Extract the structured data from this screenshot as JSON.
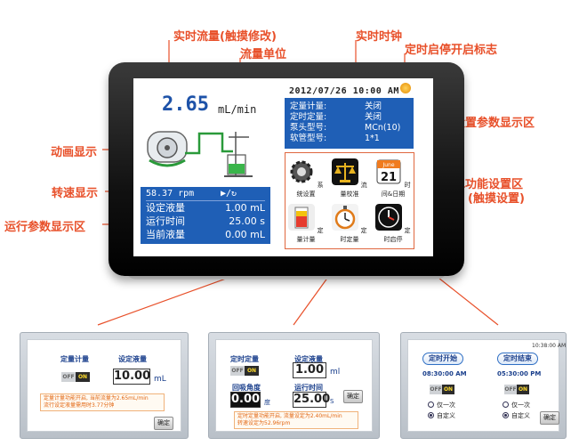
{
  "callouts": {
    "realtime_flow": "实时流量(触摸修改)",
    "flow_unit": "流量单位",
    "realtime_clock": "实时时钟",
    "timer_flag": "定时启停开启标志",
    "animation": "动画显示",
    "param_display": "设置参数显示区",
    "speed_display": "转速显示",
    "function_area_1": "功能设置区",
    "function_area_2": "(触摸设置)",
    "run_params": "运行参数显示区"
  },
  "screen": {
    "flow_value": "2.65",
    "flow_unit": "mL/min",
    "datetime": "2012/07/26 10:00 AM",
    "params": [
      {
        "label": "定量计量:",
        "value": "关闭"
      },
      {
        "label": "定时定量:",
        "value": "关闭"
      },
      {
        "label": "泵头型号:",
        "value": "MCn(10)"
      },
      {
        "label": "软管型号:",
        "value": "1*1"
      }
    ],
    "speed": "58.37 rpm",
    "run_symbol": "▶/↻",
    "run_rows": [
      {
        "label": "设定液量",
        "value": "1.00 mL"
      },
      {
        "label": "运行时间",
        "value": "25.00 s"
      },
      {
        "label": "当前液量",
        "value": "0.00 mL"
      }
    ],
    "functions": [
      {
        "label": "系统设置",
        "icon": "gear-icon"
      },
      {
        "label": "流量校准",
        "icon": "scale-icon"
      },
      {
        "label": "时间&日期",
        "icon": "calendar-icon",
        "cal_month": "June",
        "cal_day": "21"
      },
      {
        "label": "定量计量",
        "icon": "measure-cup-icon"
      },
      {
        "label": "定时定量",
        "icon": "stopwatch-icon"
      },
      {
        "label": "定时启停",
        "icon": "clock-icon"
      }
    ]
  },
  "panel1": {
    "title_left": "定量计量",
    "title_right": "设定液量",
    "toggle_off": "OFF",
    "toggle_on": "ON",
    "value": "10.00",
    "unit": "mL",
    "note": "定量计量功能开启, 当前流量为2.65mL/min\n流行设定液量需用时3.77分钟",
    "button": "确定"
  },
  "panel2": {
    "title_left": "定时定量",
    "title_right": "设定液量",
    "toggle_off": "OFF",
    "toggle_on": "ON",
    "value": "1.00",
    "unit": "ml",
    "angle_label": "回吸角度",
    "angle_value": "0.00",
    "angle_unit": "度",
    "time_label": "运行时间",
    "time_value": "25.00",
    "time_unit": "S",
    "button": "确定",
    "note": "定时定量功能开启, 流量设定为2.40mL/min\n转速设定为52.96rpm"
  },
  "panel3": {
    "time": "10:38:00 AM",
    "start_label": "定时开始",
    "end_label": "定时结束",
    "start_time": "08:30:00 AM",
    "end_time": "05:30:00 PM",
    "toggle_off": "OFF",
    "toggle_on": "ON",
    "once": "仅一次",
    "custom": "自定义",
    "button": "确定"
  }
}
